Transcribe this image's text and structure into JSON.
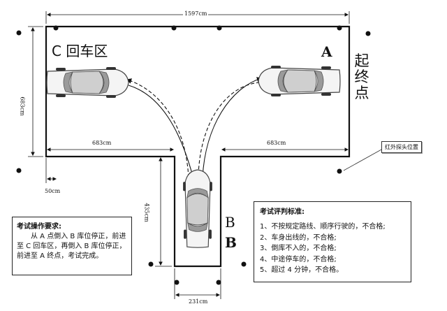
{
  "dimensions": {
    "top_width": "1597cm",
    "left_height": "683cm",
    "left_segment": "683cm",
    "right_segment": "683cm",
    "offset": "50cm",
    "garage_depth": "435cm",
    "garage_width": "231cm"
  },
  "zones": {
    "c_label": "C 回车区",
    "a_label": "A",
    "start_end": "起终点",
    "b_label": "B",
    "b_label_bold": "B"
  },
  "sensor_callout": "红外探头位置",
  "exam_requirements": {
    "title": "考试操作要求:",
    "text": "从 A 点倒入 B 库位停正，前进至 C 回车区，再倒入 B 库位停正，前进至 A 终点，考试完成。"
  },
  "grading_criteria": {
    "title": "考试评判标准:",
    "items": [
      "1、不按规定路线、顺序行驶的，不合格;",
      "2、车身出线的，不合格;",
      "3、倒库不入的，不合格;",
      "4、中途停车的，不合格;",
      "5、超过 4 分钟，不合格。"
    ]
  }
}
